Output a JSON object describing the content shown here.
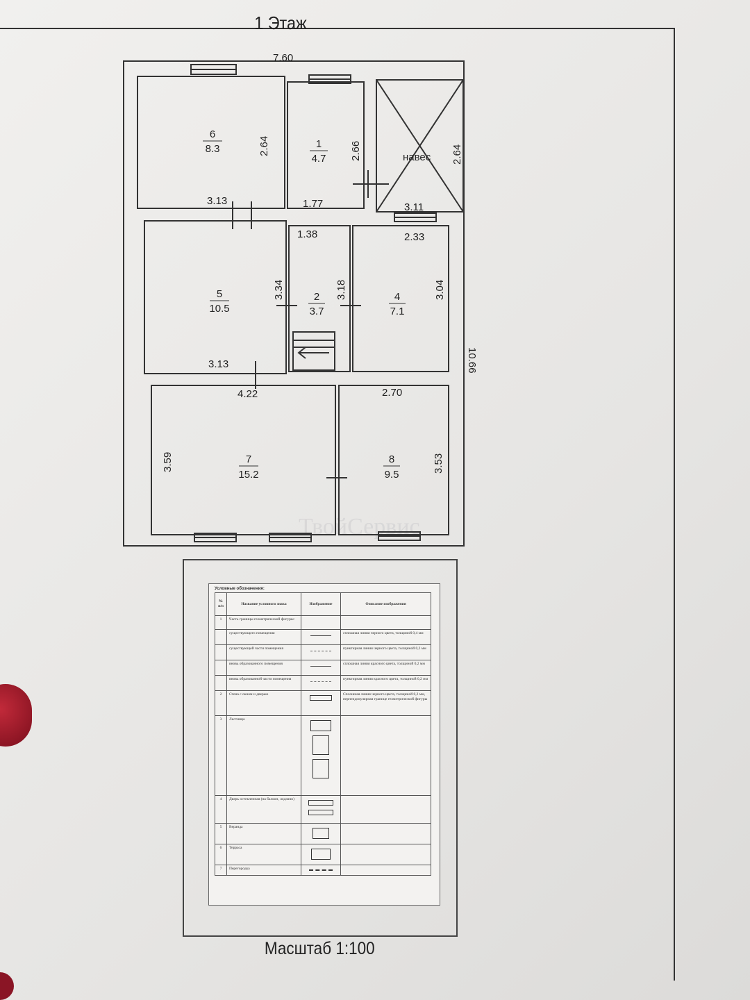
{
  "title": "1 Этаж",
  "watermark": "ТвойСервис",
  "dims": {
    "overall_width": "7.60",
    "overall_depth": "10.66",
    "r6_h": "2.64",
    "r6_w": "3.13",
    "r1_h": "2.66",
    "r1_w": "1.77",
    "naves_h": "2.64",
    "naves_w": "3.11",
    "r2_w": "1.38",
    "r4_w": "2.33",
    "r5_h": "3.34",
    "r2_h": "3.18",
    "r4_h": "3.04",
    "r5_w": "3.13",
    "r7_w": "4.22",
    "r8_w": "2.70",
    "r7_h": "3.59",
    "r8_h": "3.53"
  },
  "rooms": [
    {
      "num": "6",
      "area": "8.3"
    },
    {
      "num": "1",
      "area": "4.7"
    },
    {
      "num": "5",
      "area": "10.5"
    },
    {
      "num": "2",
      "area": "3.7"
    },
    {
      "num": "4",
      "area": "7.1"
    },
    {
      "num": "7",
      "area": "15.2"
    },
    {
      "num": "8",
      "area": "9.5"
    }
  ],
  "canopy_label": "навес",
  "legend": {
    "caption": "Условные обозначения:",
    "headers": [
      "№ п/п",
      "Название условного знака",
      "Изображение",
      "Описание изображения"
    ],
    "rows": [
      {
        "n": "1",
        "name": "Часть границы геометрической фигуры:",
        "desc": ""
      },
      {
        "n": "",
        "name": "существующего помещения",
        "desc": "сплошная линия черного цвета, толщиной 0,4 мм"
      },
      {
        "n": "",
        "name": "существующей части помещения",
        "desc": "пунктирная линия черного цвета, толщиной 0,2 мм"
      },
      {
        "n": "",
        "name": "вновь образованного помещения",
        "desc": "сплошная линия красного цвета, толщиной 0,2 мм"
      },
      {
        "n": "",
        "name": "вновь образованной части помещения",
        "desc": "пунктирная линия красного цвета, толщиной 0,2 мм"
      },
      {
        "n": "2",
        "name": "Стена с окном и дверью",
        "desc": "Сплошная линия черного цвета, толщиной 0,2 мм, перпендикулярная границе геометрической фигуры"
      },
      {
        "n": "3",
        "name": "Лестница",
        "desc": ""
      },
      {
        "n": "4",
        "name": "Дверь остекленная (на балкон, лоджию)",
        "desc": ""
      },
      {
        "n": "5",
        "name": "Веранда",
        "desc": ""
      },
      {
        "n": "6",
        "name": "Терраса",
        "desc": ""
      },
      {
        "n": "7",
        "name": "Перегородка",
        "desc": ""
      }
    ]
  },
  "scale": "Масштаб 1:100"
}
